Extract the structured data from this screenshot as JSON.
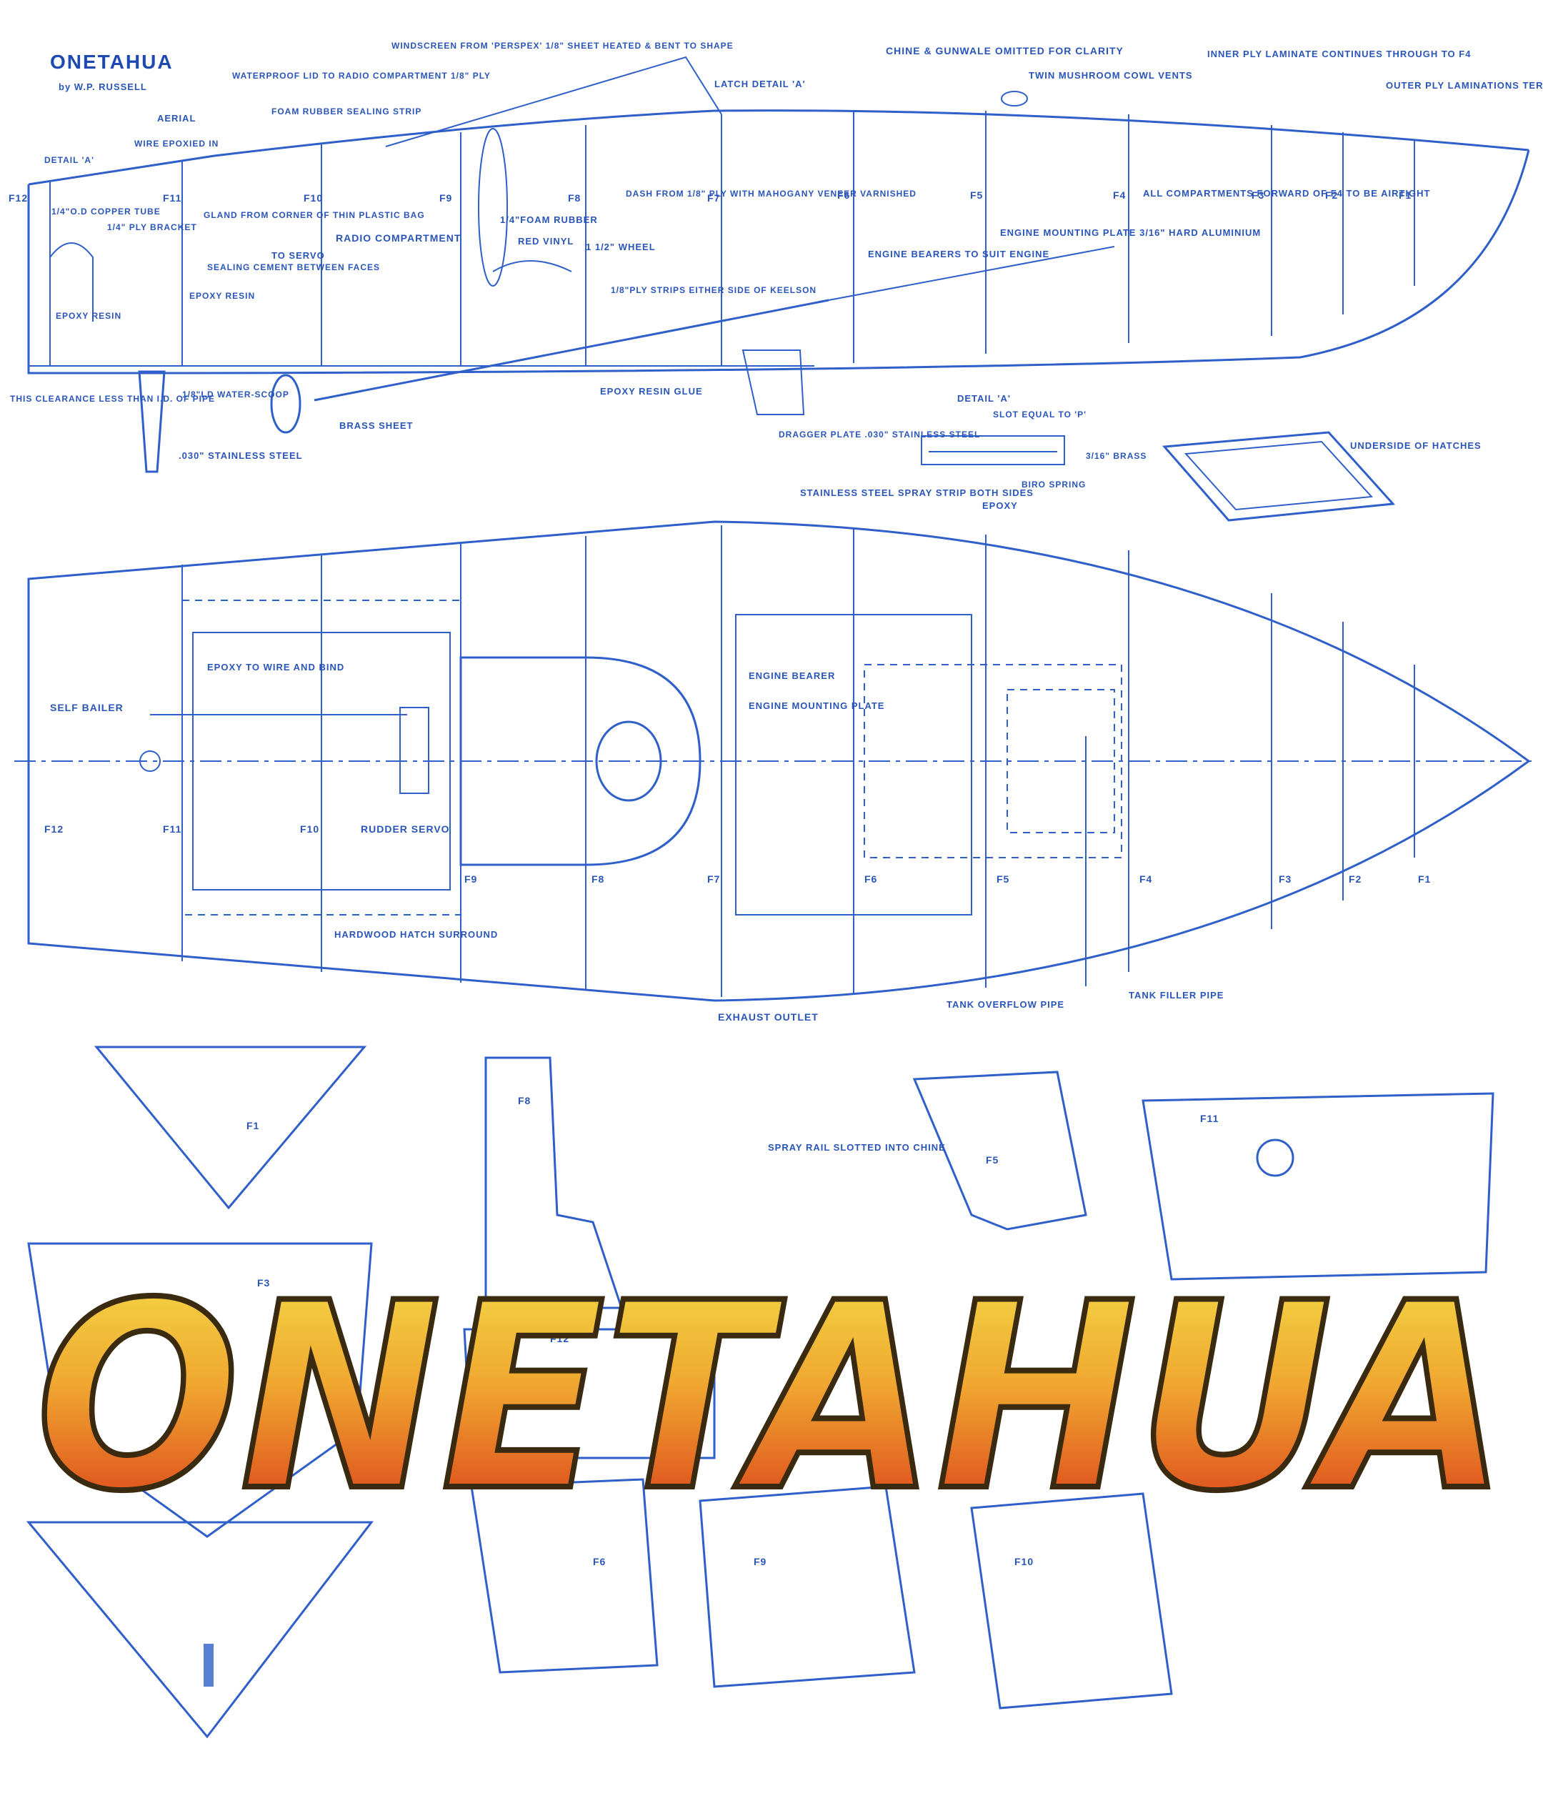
{
  "header": {
    "title": "ONETAHUA",
    "byline": "by W.P. RUSSELL"
  },
  "side_view": {
    "notes": {
      "chine_gunwale": "CHINE & GUNWALE OMITTED FOR CLARITY",
      "inner_ply": "INNER PLY LAMINATE CONTINUES THROUGH TO F4",
      "outer_ply": "OUTER PLY LAMINATIONS TERMINATE HERE",
      "twin_vents": "TWIN MUSHROOM COWL VENTS",
      "latch_detail": "LATCH DETAIL 'A'",
      "windscreen": "WINDSCREEN FROM 'PERSPEX' 1/8\" SHEET HEATED & BENT TO SHAPE",
      "waterproof_lid": "WATERPROOF LID TO RADIO COMPARTMENT 1/8\" PLY",
      "foam_rubber_strip": "FOAM RUBBER SEALING STRIP",
      "aerial": "AERIAL",
      "wire_epoxied": "WIRE EPOXIED IN",
      "detail_a": "DETAIL 'A'",
      "copper_tube": "1/4\"O.D COPPER TUBE",
      "ply_bracket": "1/4\" PLY BRACKET",
      "gland": "GLAND FROM CORNER OF THIN PLASTIC BAG",
      "to_servo": "TO SERVO",
      "sealing_cement": "SEALING CEMENT BETWEEN FACES",
      "epoxy_resin_1": "EPOXY RESIN",
      "epoxy_resin_2": "EPOXY RESIN",
      "radio_compartment": "RADIO COMPARTMENT",
      "foam_rubber": "1/4\"FOAM RUBBER",
      "red_vinyl": "RED VINYL",
      "wheel": "1 1/2\" WHEEL",
      "dash": "DASH FROM 1/8\" PLY WITH MAHOGANY VENEER VARNISHED",
      "ply_strips": "1/8\"PLY STRIPS EITHER SIDE OF KEELSON",
      "engine_bearers": "ENGINE BEARERS TO SUIT ENGINE",
      "engine_plate": "ENGINE MOUNTING PLATE 3/16\" HARD ALUMINIUM",
      "airtight": "ALL COMPARTMENTS FORWARD OF F4 TO BE AIRTIGHT",
      "clearance": "THIS CLEARANCE LESS THAN I.D. OF PIPE",
      "water_scoop": "1/8\"I.D WATER-SCOOP",
      "epoxy_resin_glue": "EPOXY RESIN GLUE",
      "brass_sheet": "BRASS SHEET",
      "stainless": ".030\" STAINLESS STEEL",
      "dragger_plate": "DRAGGER PLATE .030\" STAINLESS STEEL"
    },
    "frames": [
      "F12",
      "F11",
      "F10",
      "F9",
      "F8",
      "F7",
      "F6",
      "F5",
      "F4",
      "F3",
      "F2",
      "F1"
    ]
  },
  "detail_a": {
    "title": "DETAIL 'A'",
    "slot": "SLOT EQUAL TO 'P'",
    "brass": "3/16\" BRASS",
    "biro_spring": "BIRO SPRING",
    "hatches": "UNDERSIDE OF HATCHES"
  },
  "plan_view": {
    "notes": {
      "spray_strip": "STAINLESS STEEL SPRAY STRIP BOTH SIDES",
      "epoxy": "EPOXY",
      "self_bailer": "SELF BAILER",
      "epoxy_wire": "EPOXY TO WIRE AND BIND",
      "rudder_servo": "RUDDER SERVO",
      "hatch_surround": "HARDWOOD HATCH SURROUND",
      "engine_bearer": "ENGINE BEARER",
      "engine_mounting_plate": "ENGINE MOUNTING PLATE",
      "exhaust": "EXHAUST OUTLET",
      "overflow": "TANK OVERFLOW PIPE",
      "filler": "TANK FILLER PIPE"
    },
    "frames": [
      "F12",
      "F11",
      "F10",
      "F9",
      "F8",
      "F7",
      "F6",
      "F5",
      "F4",
      "F3",
      "F2",
      "F1"
    ]
  },
  "frame_templates": {
    "labels": [
      "F1",
      "F8",
      "F5",
      "F11",
      "F3",
      "F12",
      "F6",
      "F9",
      "F10"
    ],
    "spray_rail": "SPRAY RAIL SLOTTED INTO CHINE"
  },
  "logo": {
    "text": "ONETAHUA"
  },
  "colors": {
    "blueprint": "#2f5fc8",
    "logo_top": "#e8d23a",
    "logo_bottom": "#c8201a",
    "logo_outline": "#3a2a10"
  }
}
